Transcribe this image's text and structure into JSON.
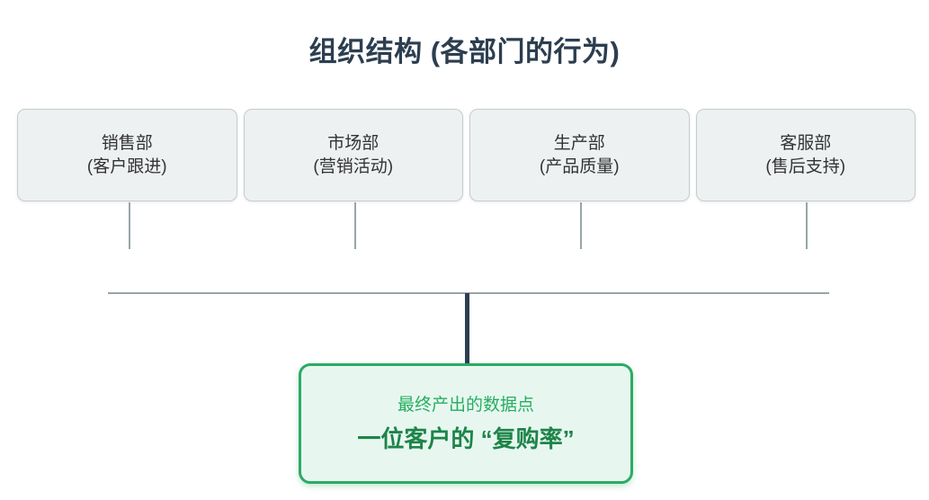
{
  "title": "组织结构 (各部门的行为)",
  "departments": [
    {
      "name": "销售部",
      "behavior": "(客户跟进)"
    },
    {
      "name": "市场部",
      "behavior": "(营销活动)"
    },
    {
      "name": "生产部",
      "behavior": "(产品质量)"
    },
    {
      "name": "客服部",
      "behavior": "(售后支持)"
    }
  ],
  "output": {
    "caption": "最终产出的数据点",
    "metric": "一位客户的 “复购率”"
  },
  "colors": {
    "title": "#2c3e50",
    "box_fill": "#eef1f2",
    "box_border": "#c6ccce",
    "box_text": "#333333",
    "connector": "#98a5a8",
    "trunk": "#2c3e50",
    "result_fill": "#e7f7f0",
    "result_border": "#2bab63",
    "result_caption": "#27ae60",
    "result_metric": "#1e8449"
  }
}
